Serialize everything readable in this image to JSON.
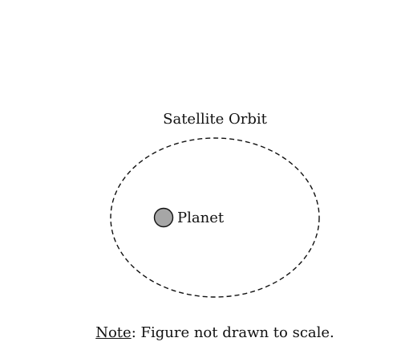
{
  "diagram": {
    "title": "Satellite Orbit",
    "planet_label": "Planet",
    "colors": {
      "orbit_stroke": "#111111",
      "planet_fill": "#a6a6a6",
      "planet_stroke": "#111111"
    }
  },
  "note": {
    "label": "Note",
    "text": ": Figure not drawn to scale."
  }
}
